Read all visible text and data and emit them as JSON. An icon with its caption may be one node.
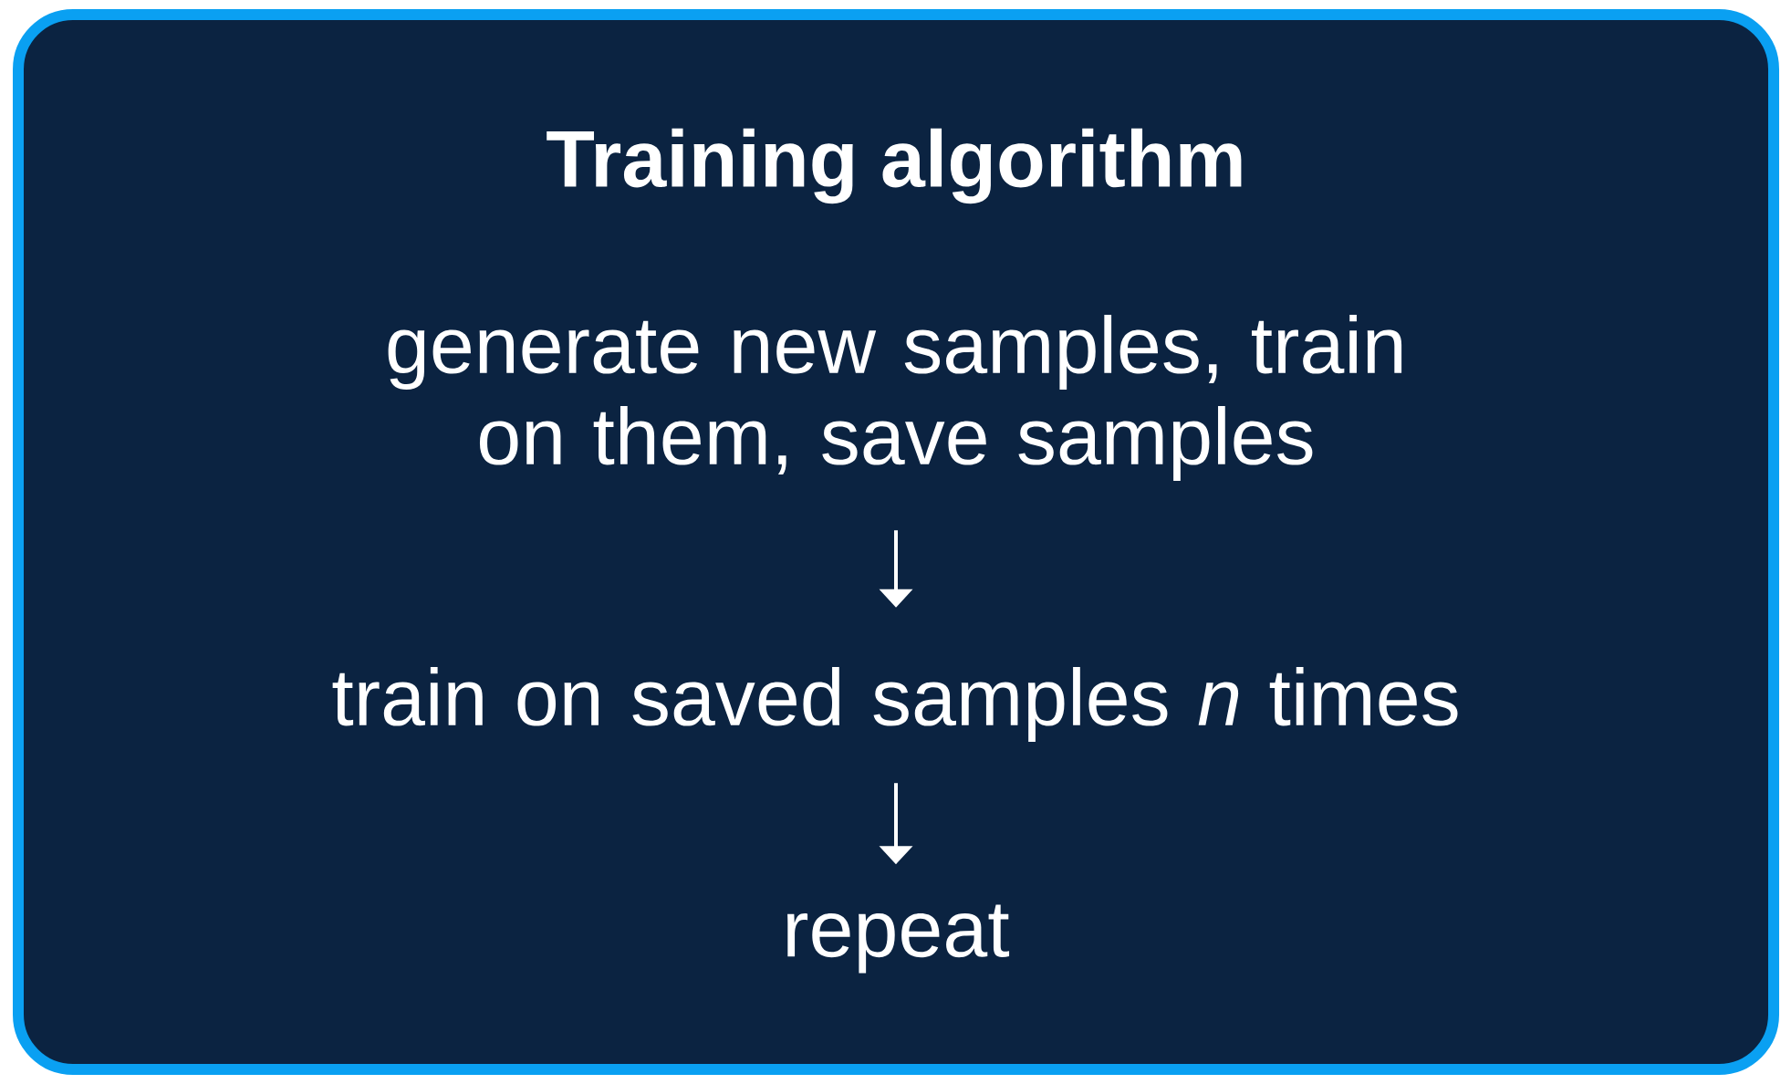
{
  "diagram": {
    "nodes": [
      {
        "text": [
          "Training algorithm"
        ]
      },
      {
        "text": [
          "generate new samples, train on them, save samples"
        ],
        "in": 0
      },
      {
        "text": [
          "train on saved samples *n* times"
        ],
        "in": 0
      },
      {
        "text": [
          "repeat"
        ],
        "in": 0
      }
    ],
    "edges": [
      {
        "from": 1,
        "to": 2,
        "arrow": "to"
      },
      {
        "from": 2,
        "to": 3,
        "arrow": "to"
      }
    ]
  }
}
